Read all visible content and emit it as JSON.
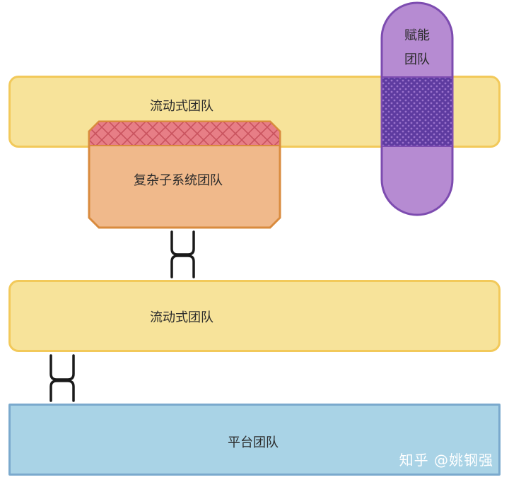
{
  "teams": {
    "stream_top": {
      "label": "流动式团队"
    },
    "complicated": {
      "label": "复杂子系统团队"
    },
    "enabling": {
      "label_line1": "赋能",
      "label_line2": "团队"
    },
    "stream_bottom": {
      "label": "流动式团队"
    },
    "platform": {
      "label": "平台团队"
    }
  },
  "watermark": "知乎 @姚钢强",
  "colors": {
    "stream_fill": "#f7e39a",
    "stream_border": "#f2c95a",
    "complicated_fill": "#f0b98b",
    "complicated_border": "#d98b3e",
    "complicated_overlap": "#e77e86",
    "enabling_fill": "#b68bd2",
    "enabling_border": "#7d4cb0",
    "enabling_overlap": "#5e3ba0",
    "platform_fill": "#a9d3e6",
    "platform_border": "#7aa9cd",
    "connector": "#1a1a1a"
  }
}
